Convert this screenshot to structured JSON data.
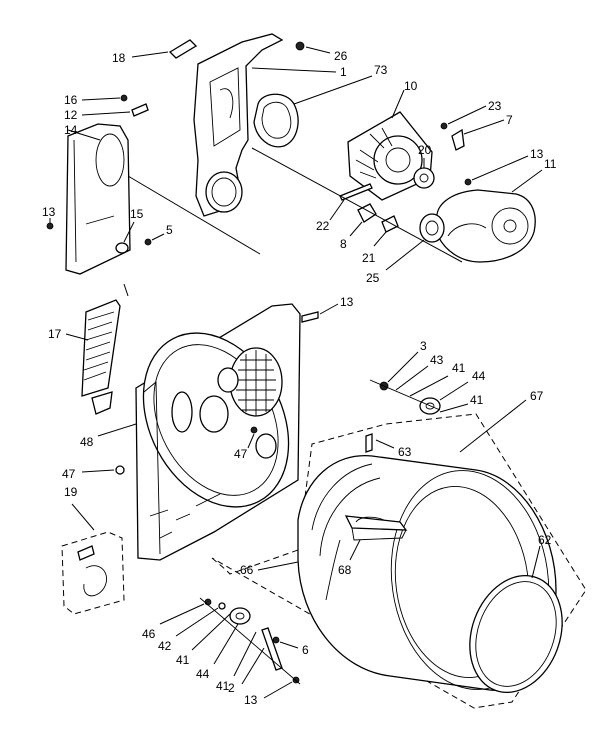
{
  "callouts": {
    "c18": "18",
    "c26": "26",
    "c1": "1",
    "c73": "73",
    "c10": "10",
    "c16": "16",
    "c12": "12",
    "c14": "14",
    "c23": "23",
    "c7": "7",
    "c20": "20",
    "c13a": "13",
    "c11": "11",
    "c15": "15",
    "c5": "5",
    "c13b": "13",
    "c22": "22",
    "c8": "8",
    "c21": "21",
    "c25": "25",
    "c13c": "13",
    "c17": "17",
    "c3": "3",
    "c43": "43",
    "c41a": "41",
    "c44a": "44",
    "c41b": "41",
    "c67": "67",
    "c48": "48",
    "c47a": "47",
    "c63": "63",
    "c47b": "47",
    "c19": "19",
    "c62": "62",
    "c66": "66",
    "c68": "68",
    "c46": "46",
    "c42": "42",
    "c41c": "41",
    "c44b": "44",
    "c41d": "41",
    "c6": "6",
    "c2": "2",
    "c13d": "13"
  }
}
